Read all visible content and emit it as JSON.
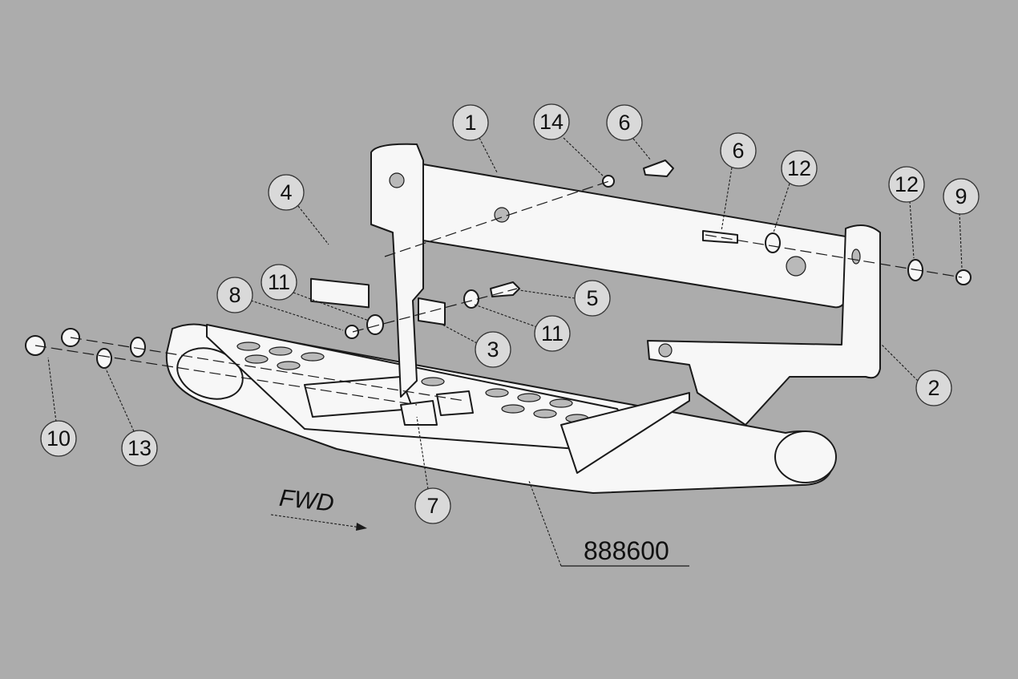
{
  "diagram": {
    "title": "Exploded assembly view",
    "part_number": "888600",
    "direction_label": "FWD",
    "callouts": [
      {
        "label": "1"
      },
      {
        "label": "14"
      },
      {
        "label": "6"
      },
      {
        "label": "6"
      },
      {
        "label": "12"
      },
      {
        "label": "12"
      },
      {
        "label": "9"
      },
      {
        "label": "4"
      },
      {
        "label": "11"
      },
      {
        "label": "8"
      },
      {
        "label": "5"
      },
      {
        "label": "11"
      },
      {
        "label": "3"
      },
      {
        "label": "2"
      },
      {
        "label": "10"
      },
      {
        "label": "13"
      },
      {
        "label": "7"
      }
    ]
  },
  "colors": {
    "background": "#acacac",
    "balloon": "#d9d9d9",
    "part": "#f7f7f7"
  }
}
